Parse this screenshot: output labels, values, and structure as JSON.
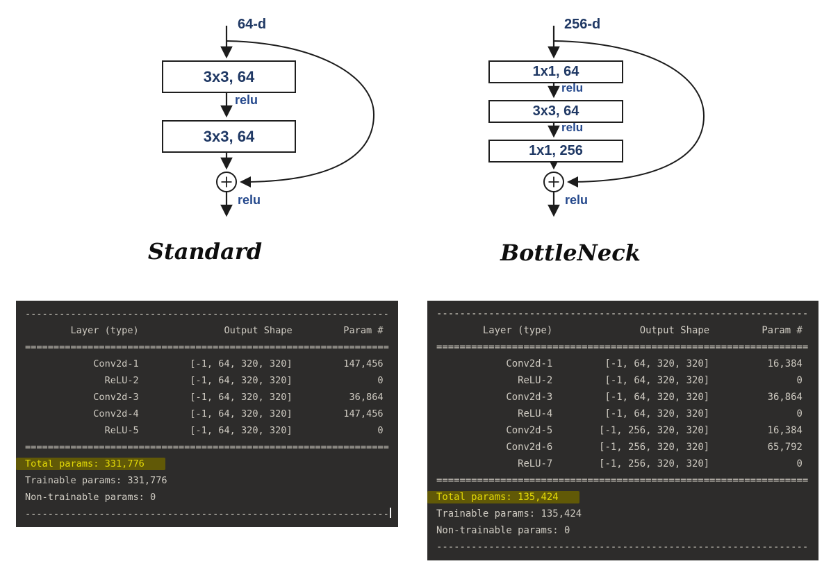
{
  "style": {
    "terminal_bg": "#2d2c2b",
    "terminal_text": "#cfcbc2",
    "highlight_bg": "#615907",
    "highlight_text": "#e4da07",
    "diagram_box_text": "#1f3864",
    "diagram_relu_text": "#24488c",
    "diagram_line": "#1c1c1c"
  },
  "diagrams": {
    "standard": {
      "input_label": "64-d",
      "boxes": [
        {
          "label": "3x3, 64"
        },
        {
          "label": "3x3, 64"
        }
      ],
      "relu_labels": [
        "relu"
      ],
      "output_relu": "relu",
      "sum_symbol": "+",
      "caption": "Standard"
    },
    "bottleneck": {
      "input_label": "256-d",
      "boxes": [
        {
          "label": "1x1, 64"
        },
        {
          "label": "3x3, 64"
        },
        {
          "label": "1x1, 256"
        }
      ],
      "relu_labels": [
        "relu",
        "relu"
      ],
      "output_relu": "relu",
      "sum_symbol": "+",
      "caption": "BottleNeck"
    }
  },
  "terminal_style": {
    "width_chars": 64,
    "dash_char": "-",
    "eq_char": "="
  },
  "terminals": {
    "standard": {
      "columns": [
        "Layer (type)",
        "Output Shape",
        "Param #"
      ],
      "rows": [
        [
          "Conv2d-1",
          "[-1, 64, 320, 320]",
          "147,456"
        ],
        [
          "ReLU-2",
          "[-1, 64, 320, 320]",
          "0"
        ],
        [
          "Conv2d-3",
          "[-1, 64, 320, 320]",
          "36,864"
        ],
        [
          "Conv2d-4",
          "[-1, 64, 320, 320]",
          "147,456"
        ],
        [
          "ReLU-5",
          "[-1, 64, 320, 320]",
          "0"
        ]
      ],
      "total_line": "Total params: 331,776",
      "trainable_line": "Trainable params: 331,776",
      "nontrainable_line": "Non-trainable params: 0",
      "has_cursor": true
    },
    "bottleneck": {
      "columns": [
        "Layer (type)",
        "Output Shape",
        "Param #"
      ],
      "rows": [
        [
          "Conv2d-1",
          "[-1, 64, 320, 320]",
          "16,384"
        ],
        [
          "ReLU-2",
          "[-1, 64, 320, 320]",
          "0"
        ],
        [
          "Conv2d-3",
          "[-1, 64, 320, 320]",
          "36,864"
        ],
        [
          "ReLU-4",
          "[-1, 64, 320, 320]",
          "0"
        ],
        [
          "Conv2d-5",
          "[-1, 256, 320, 320]",
          "16,384"
        ],
        [
          "Conv2d-6",
          "[-1, 256, 320, 320]",
          "65,792"
        ],
        [
          "ReLU-7",
          "[-1, 256, 320, 320]",
          "0"
        ]
      ],
      "total_line": "Total params: 135,424",
      "trainable_line": "Trainable params: 135,424",
      "nontrainable_line": "Non-trainable params: 0",
      "has_cursor": false
    }
  }
}
